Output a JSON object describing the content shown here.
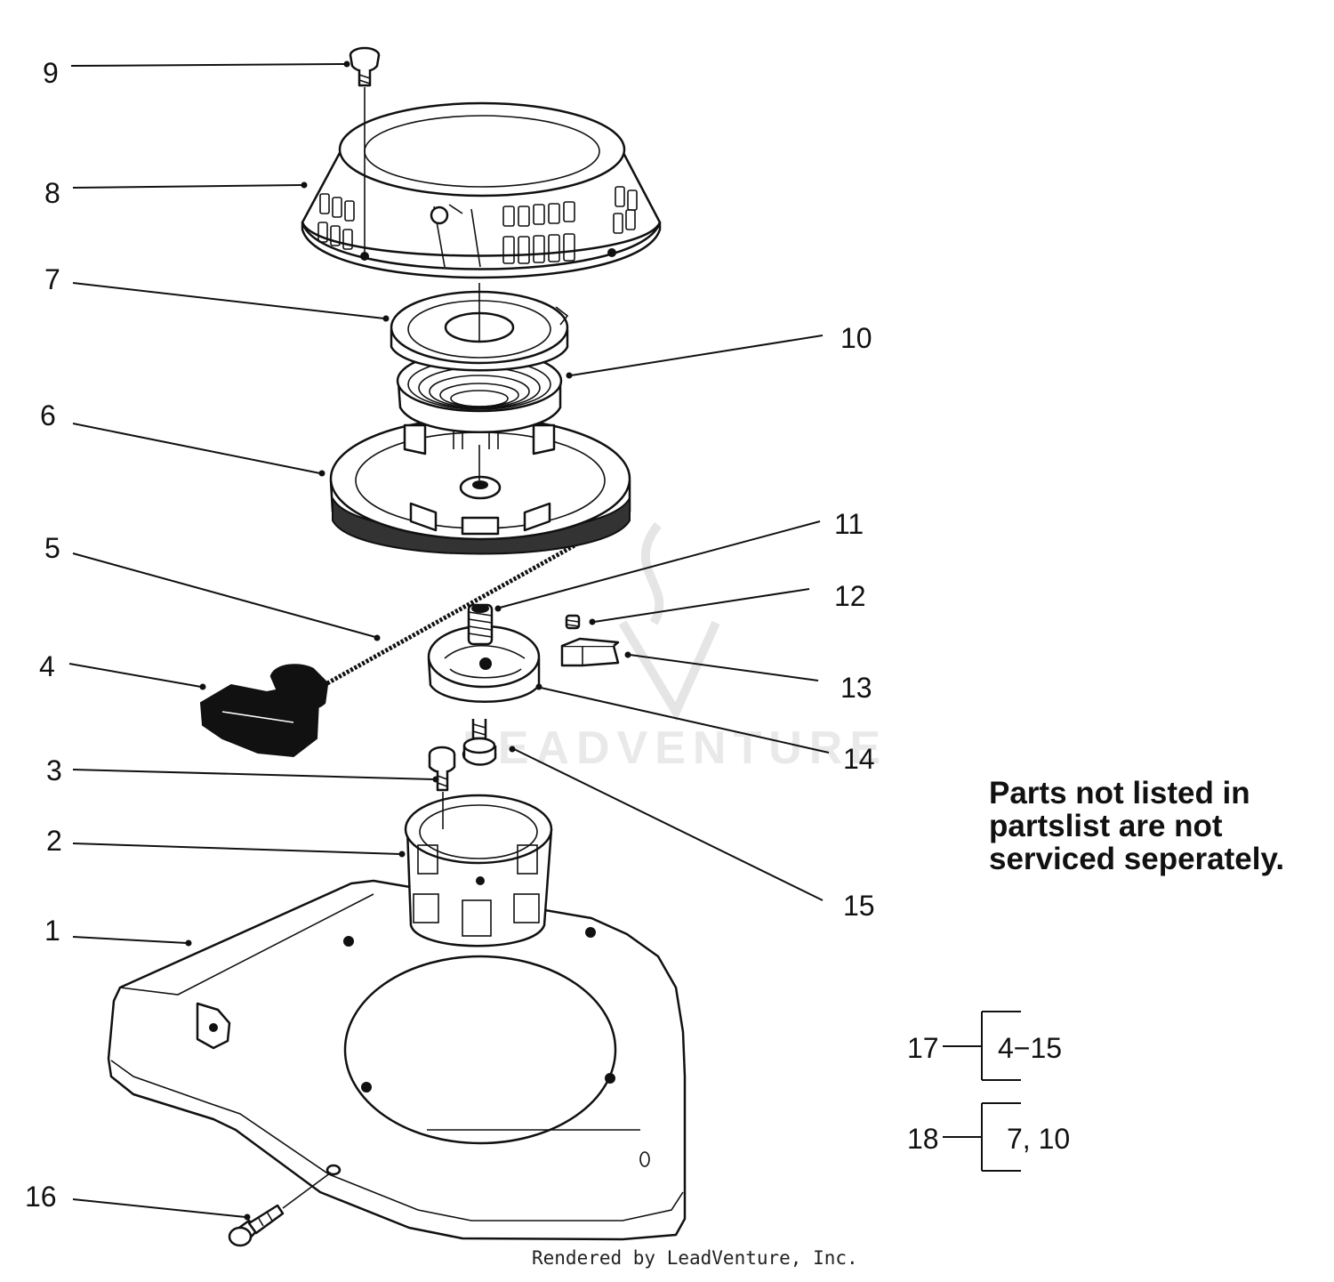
{
  "callouts": [
    {
      "label": "9"
    },
    {
      "label": "8"
    },
    {
      "label": "7"
    },
    {
      "label": "10"
    },
    {
      "label": "6"
    },
    {
      "label": "11"
    },
    {
      "label": "5"
    },
    {
      "label": "12"
    },
    {
      "label": "4"
    },
    {
      "label": "13"
    },
    {
      "label": "14"
    },
    {
      "label": "3"
    },
    {
      "label": "2"
    },
    {
      "label": "15"
    },
    {
      "label": "1"
    },
    {
      "label": "16"
    }
  ],
  "note": {
    "lines": [
      "Parts not listed in",
      "partslist are not",
      "serviced seperately."
    ]
  },
  "kits": [
    {
      "id": "17",
      "contents": "4−15"
    },
    {
      "id": "18",
      "contents": "7, 10"
    }
  ],
  "watermark": {
    "text": "LEADVENTURE"
  },
  "footer": {
    "text": "Rendered by LeadVenture, Inc."
  }
}
